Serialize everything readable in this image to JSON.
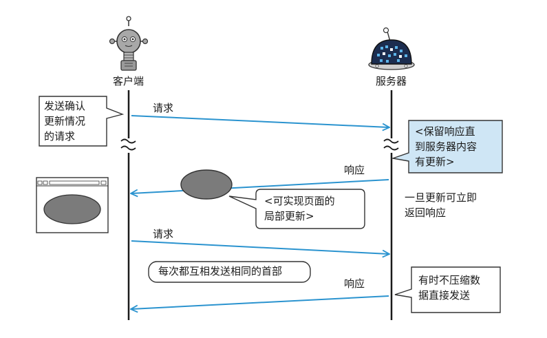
{
  "actors": {
    "client_label": "客户端",
    "server_label": "服务器"
  },
  "messages": [
    {
      "label": "请求",
      "direction": "client-to-server"
    },
    {
      "label": "响应",
      "direction": "server-to-client"
    },
    {
      "label": "请求",
      "direction": "client-to-server"
    },
    {
      "label": "响应",
      "direction": "server-to-client"
    }
  ],
  "notes": {
    "client_note": [
      "发送确认",
      "更新情况",
      "的请求"
    ],
    "server_hold_note": [
      "<保留响应直",
      "到服务器内容",
      "有更新>"
    ],
    "partial_update_note": [
      "<可实现页面的",
      "局部更新>"
    ],
    "immediate_return_note": [
      "一旦更新可立即",
      "返回响应"
    ],
    "header_note": "每次都互相发送相同的首部",
    "compress_note": [
      "有时不压缩数",
      "据直接发送"
    ]
  },
  "colors": {
    "arrow": "#2a93cf",
    "highlight_fill": "#cfe6f5",
    "line": "#1a1a1a",
    "bubble_gray": "#7b7b7b",
    "robot_body": "#a8a8a8",
    "server_dome": "#1c2d4f",
    "server_screen": "#5bb3e8"
  },
  "icons": [
    "client-robot-icon",
    "server-robot-icon",
    "browser-window-icon"
  ]
}
